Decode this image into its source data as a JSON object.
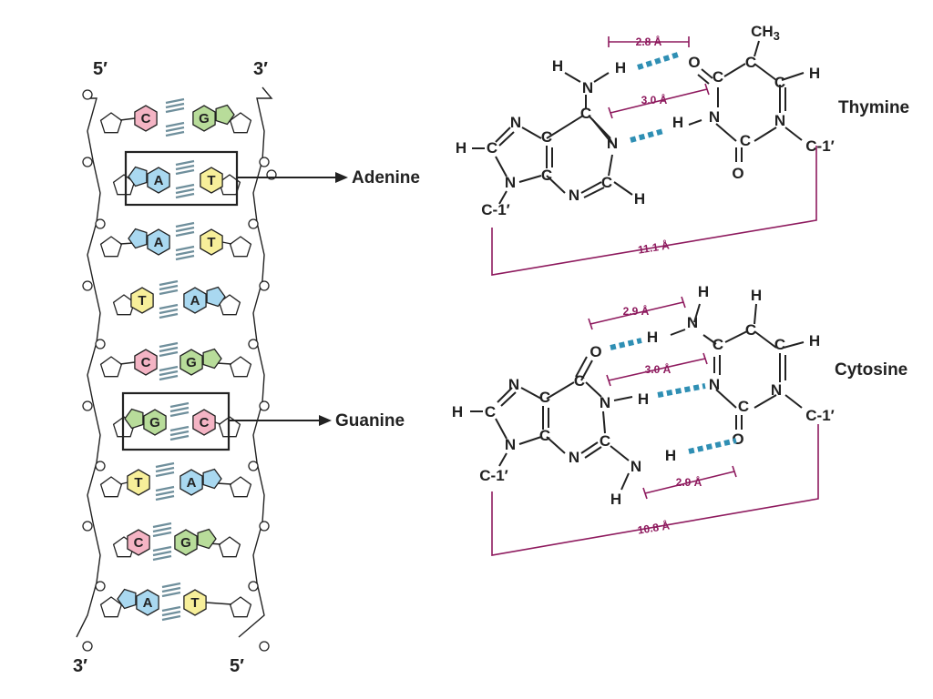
{
  "strand_labels": {
    "top_left": "5′",
    "top_right": "3′",
    "bottom_left": "3′",
    "bottom_right": "5′"
  },
  "callouts": {
    "adenine": "Adenine",
    "guanine": "Guanine"
  },
  "base_pairs": [
    {
      "left": "C",
      "right": "G"
    },
    {
      "left": "A",
      "right": "T"
    },
    {
      "left": "A",
      "right": "T"
    },
    {
      "left": "T",
      "right": "A"
    },
    {
      "left": "C",
      "right": "G"
    },
    {
      "left": "G",
      "right": "C"
    },
    {
      "left": "T",
      "right": "A"
    },
    {
      "left": "C",
      "right": "G"
    },
    {
      "left": "A",
      "right": "T"
    }
  ],
  "base_colors": {
    "A": "#a9d8f0",
    "T": "#f7ef9a",
    "C": "#f4b4c4",
    "G": "#b8dc9a"
  },
  "measure_color": "#8e1a5e",
  "hbond_color": "#2f8fb4",
  "at_pair": {
    "label": "Thymine",
    "hbond_top": "2.8 Å",
    "hbond_mid": "3.0 Å",
    "span": "11.1 Å",
    "ch3": "CH",
    "ch3_sub": "3",
    "c1_left": "C-1′",
    "c1_right": "C-1′"
  },
  "gc_pair": {
    "label": "Cytosine",
    "hbond_top": "2.9 Å",
    "hbond_mid": "3.0 Å",
    "hbond_bottom": "2.9 Å",
    "span": "10.8 Å",
    "c1_left": "C-1′",
    "c1_right": "C-1′"
  },
  "atoms": {
    "H": "H",
    "N": "N",
    "C": "C",
    "O": "O"
  }
}
